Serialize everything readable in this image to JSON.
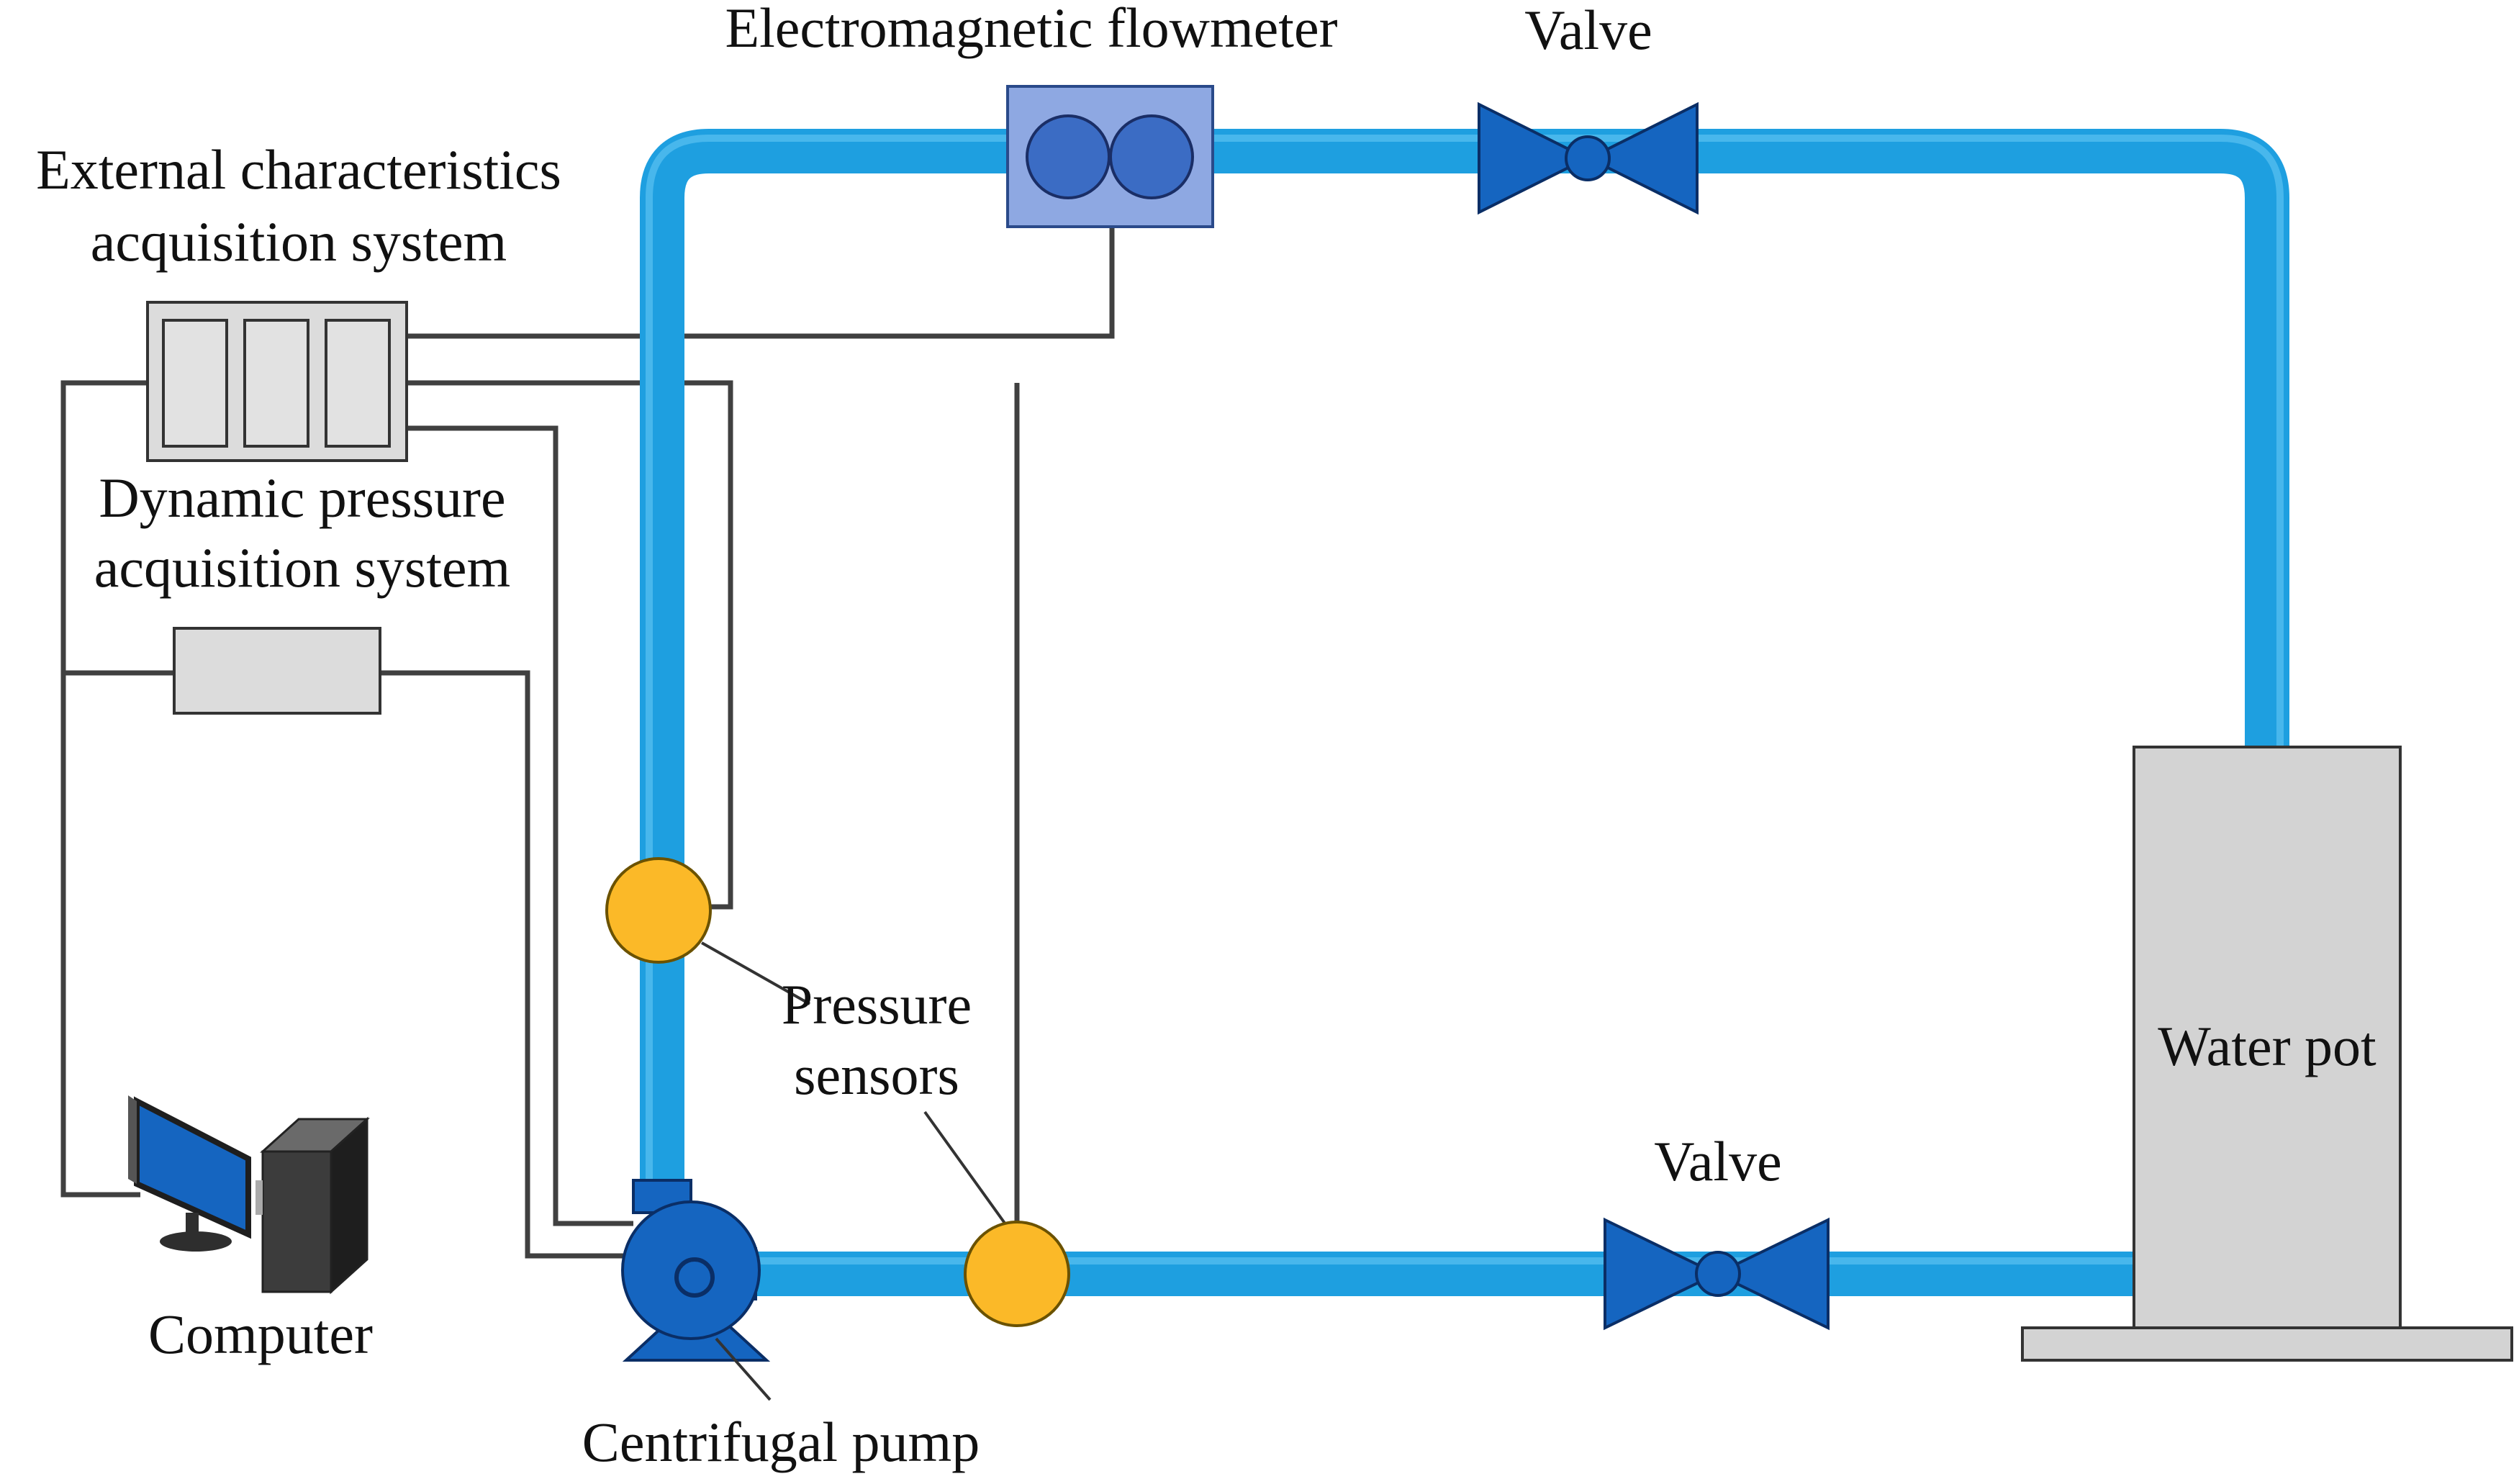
{
  "labels": {
    "flowmeter": "Electromagnetic flowmeter",
    "valve_top": "Valve",
    "valve_bottom": "Valve",
    "external_line1": "External characteristics",
    "external_line2": "acquisition system",
    "dynamic_line1": "Dynamic pressure",
    "dynamic_line2": "acquisition system",
    "pressure_line1": "Pressure",
    "pressure_line2": "sensors",
    "water_pot": "Water pot",
    "computer": "Computer",
    "pump": "Centrifugal pump"
  },
  "colors": {
    "pipe": "#1E9FE0",
    "pipe_highlight": "#6CCBF5",
    "valve": "#1565C0",
    "flowmeter_body": "#8EA8E2",
    "flowmeter_rotor": "#3B6CC4",
    "sensor": "#FBB928",
    "acquisition_box": "#DCDCDC",
    "water_pot": "#D3D3D3",
    "wire": "#404040",
    "pump": "#1565C0"
  },
  "icons": {
    "valve": "butterfly-valve-icon",
    "flowmeter": "flowmeter-icon",
    "pump": "centrifugal-pump-icon",
    "computer": "desktop-computer-icon",
    "sensor": "pressure-sensor-icon"
  }
}
